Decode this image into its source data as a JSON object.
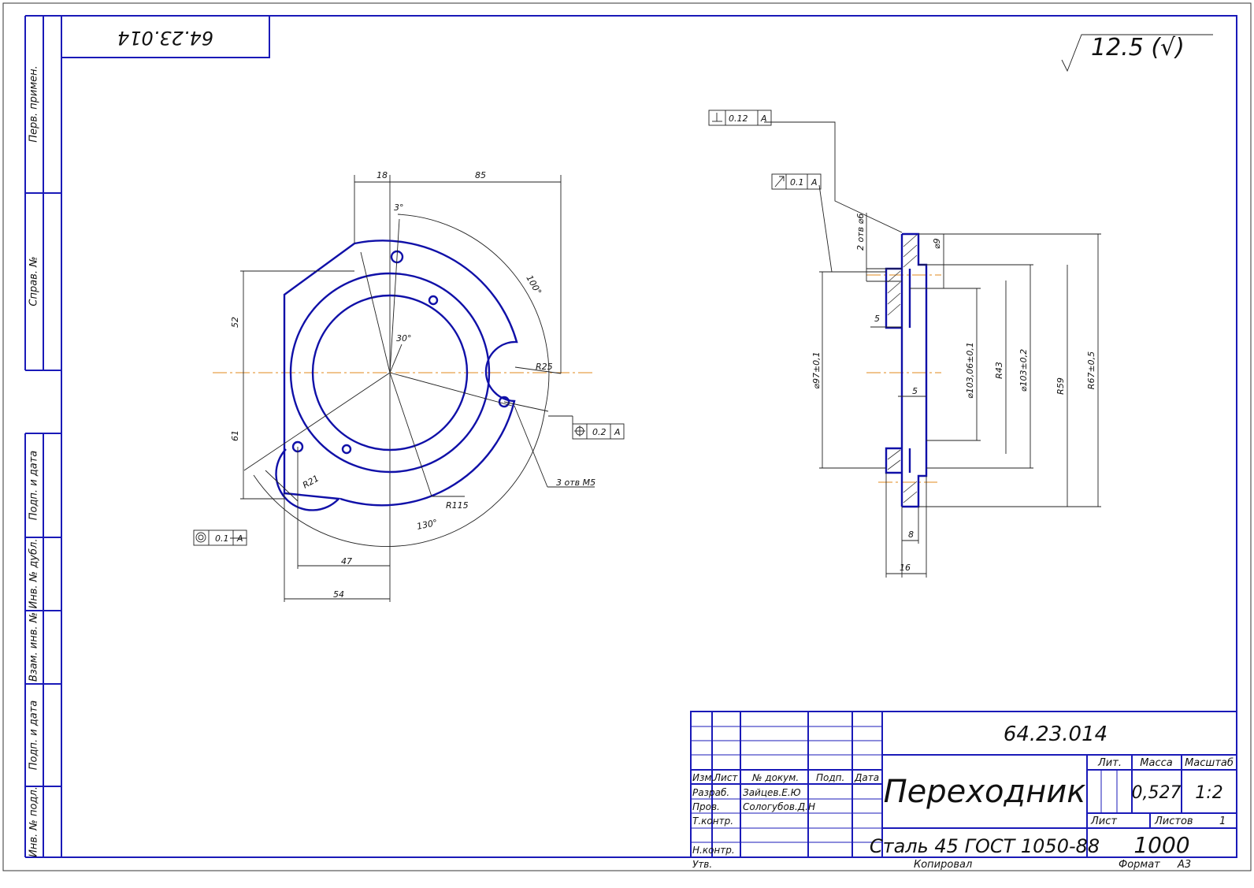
{
  "sheet": {
    "stamp_code_rotated": "64.23.014",
    "roughness": "12.5 (√)",
    "side_columns": {
      "perv_primen": "Перв. примен.",
      "sprav_no": "Справ. №",
      "podp_data_1": "Подп. и дата",
      "inv_dubl": "Инв. № дубл.",
      "vzam_inv": "Взам. инв. №",
      "podp_data_2": "Подп. и дата",
      "inv_podl": "Инв. № подл."
    }
  },
  "plan_view": {
    "dims": {
      "d18": "18",
      "d85": "85",
      "d3deg": "3°",
      "d100deg": "100°",
      "d52": "52",
      "d30deg": "30°",
      "r25": "R25",
      "d61": "61",
      "r21": "R21",
      "r115": "R115",
      "d130deg": "130°",
      "d47": "47",
      "d54": "54",
      "holes": "3 отв М5"
    },
    "tolerances": {
      "position": {
        "value": "0.2",
        "datum": "A"
      },
      "concentricity": {
        "value": "0.1",
        "datum": "A"
      }
    }
  },
  "section_view": {
    "tolerances": {
      "perpendicularity": {
        "value": "0.12",
        "datum": "A"
      },
      "runout": {
        "value": "0.1",
        "datum": "A"
      }
    },
    "dims": {
      "holes2": "2 отв ⌀6",
      "d9": "⌀9",
      "d97": "⌀97±0,1",
      "d103_06": "⌀103,06±0,1",
      "r43": "R43",
      "d103": "⌀103±0,2",
      "r59": "R59",
      "r67": "R67±0,5",
      "d5a": "5",
      "d5b": "5",
      "d8": "8",
      "d16": "16"
    }
  },
  "title_block": {
    "code": "64.23.014",
    "name": "Переходник",
    "material": "Сталь 45  ГОСТ 1050-88",
    "lit_label": "Лит.",
    "massa_label": "Масса",
    "masshtab_label": "Масштаб",
    "massa": "0,527",
    "masshtab": "1:2",
    "list_label": "Лист",
    "listov_label": "Листов",
    "listov": "1",
    "org": "1000",
    "cols": {
      "izm": "Изм.",
      "list": "Лист",
      "dokum": "№ докум.",
      "podp": "Подп.",
      "data": "Дата"
    },
    "rows": {
      "razrab_label": "Разраб.",
      "razrab_name": "Зайцев.Е.Ю",
      "prov_label": "Пров.",
      "prov_name": "Сологубов.Д.Н",
      "tkontr_label": "Т.контр.",
      "nkontr_label": "Н.контр.",
      "utv_label": "Утв."
    },
    "kopiroval": "Копировал",
    "format_label": "Формат",
    "format": "А3"
  }
}
